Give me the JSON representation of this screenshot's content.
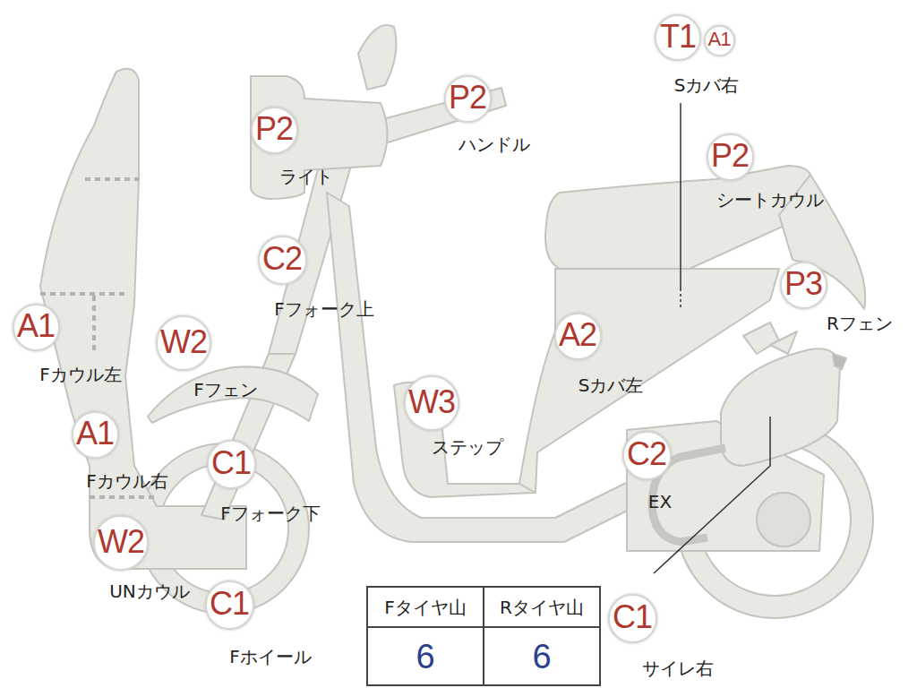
{
  "diagram": {
    "nodes": [
      {
        "text": [
          "T1",
          "Sカバ右"
        ]
      },
      {
        "text": [
          "A1"
        ]
      },
      {
        "text": [
          "P2",
          "ハンドル"
        ]
      },
      {
        "text": [
          "P2",
          "ライト"
        ]
      },
      {
        "text": [
          "P2",
          "シートカウル"
        ]
      },
      {
        "text": [
          "C2",
          "Fフォーク上"
        ]
      },
      {
        "text": [
          "P3",
          "Rフェン"
        ]
      },
      {
        "text": [
          "A1",
          "Fカウル左"
        ]
      },
      {
        "text": [
          "W2",
          "Fフェン"
        ]
      },
      {
        "text": [
          "A2",
          "Sカバ左"
        ]
      },
      {
        "text": [
          "W3",
          "ステップ"
        ]
      },
      {
        "text": [
          "A1",
          "Fカウル右"
        ]
      },
      {
        "text": [
          "C1",
          "Fフォーク下"
        ]
      },
      {
        "text": [
          "C2",
          "EX"
        ]
      },
      {
        "text": [
          "W2",
          "UNカウル"
        ]
      },
      {
        "text": [
          "C1",
          "Fホイール"
        ]
      },
      {
        "text": [
          "C1",
          "サイレ右"
        ]
      }
    ],
    "labels": [
      "Fタイヤ山",
      "Rタイヤ山",
      "6",
      "6"
    ]
  }
}
